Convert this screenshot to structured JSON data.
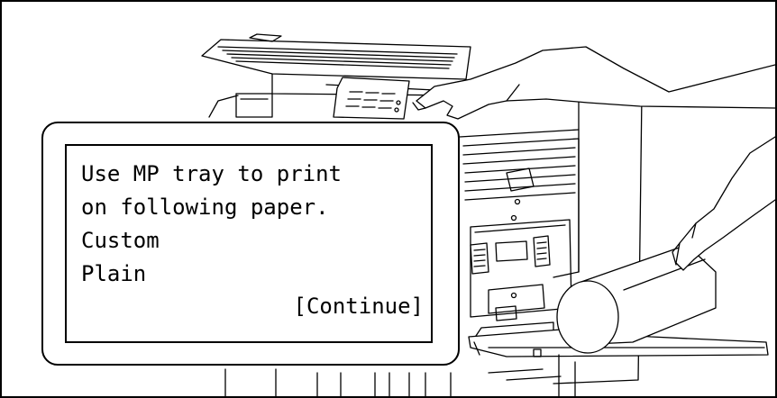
{
  "display": {
    "lines": [
      "Use MP tray to print",
      "on following paper.",
      "Custom",
      "Plain"
    ],
    "button_label": "[Continue]"
  },
  "colors": {
    "line": "#000000",
    "background": "#ffffff"
  }
}
